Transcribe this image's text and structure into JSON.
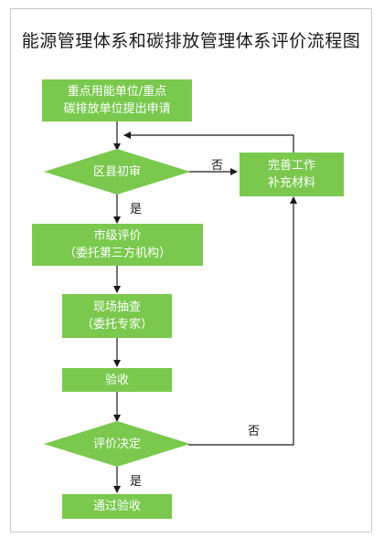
{
  "title": "能源管理体系和碳排放管理体系评价流程图",
  "nodes": {
    "apply": "重点用能单位/重点\n碳排放单位提出申请",
    "district_review": "区县初审",
    "improve": "完善工作\n补充材料",
    "city_eval": "市级评价\n（委托第三方机构）",
    "onsite": "现场抽查\n（委托专家）",
    "acceptance": "验收",
    "decision": "评价决定",
    "pass": "通过验收"
  },
  "edge_labels": {
    "review_no": "否",
    "review_yes": "是",
    "decision_no": "否",
    "decision_yes": "是"
  },
  "colors": {
    "node_fill": "#7ac94e",
    "line": "#1a1a1a"
  }
}
